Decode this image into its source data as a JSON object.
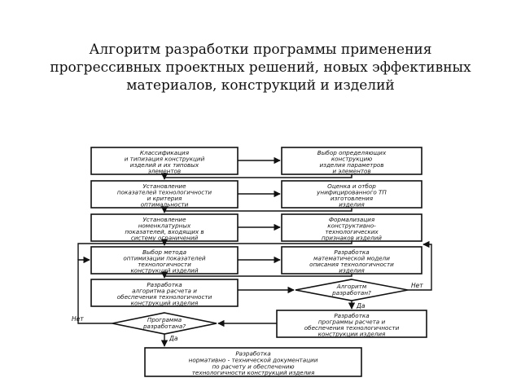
{
  "title": {
    "line1": "Алгоритм разработки программы применения",
    "line2": "прогрессивных проектных решений, новых эффективных",
    "line3": "материалов, конструкций и изделий"
  },
  "boxes": {
    "b1": [
      "Классификация",
      "и типизация конструкций",
      "изделий и их типовых",
      "элементов"
    ],
    "b2": [
      "Выбор определяющих",
      "конструкцию",
      "изделия параметров",
      "и элементов"
    ],
    "b3": [
      "Установление",
      "показателей технологичности",
      "и критерия",
      "оптимальности"
    ],
    "b4": [
      "Оценка и отбор",
      "унифицированного ТП",
      "изготовления",
      "изделия"
    ],
    "b5": [
      "Установление",
      "номенклатурных",
      "показателей, входящих в",
      "систему ограничений"
    ],
    "b6": [
      "Формализация",
      "конструктивно-",
      "технологических",
      "признаков изделий"
    ],
    "b7": [
      "Выбор метода",
      "оптимизации показателей",
      "технологичности",
      "конструкций изделий"
    ],
    "b8": [
      "Разработка",
      "математической модели",
      "описания технологичности",
      "изделия"
    ],
    "b9": [
      "Разработка",
      "алгоритма расчета и",
      "обеспечения технологичности",
      "конструкций изделия"
    ],
    "d1": [
      "Алгоритм",
      "разработан?"
    ],
    "b10": [
      "Разработка",
      "программы расчета и",
      "обеспечения технологичности",
      "конструкции изделия"
    ],
    "d2": [
      "Программа",
      "разработана?"
    ],
    "b11": [
      "Разработка",
      "нормативно - технической документации",
      "по расчету и обеспечению",
      "технологичности конструкций изделия"
    ]
  },
  "labels": {
    "yes1": "Да",
    "no1": "Нет",
    "yes2": "Да",
    "no2": "Нет"
  }
}
